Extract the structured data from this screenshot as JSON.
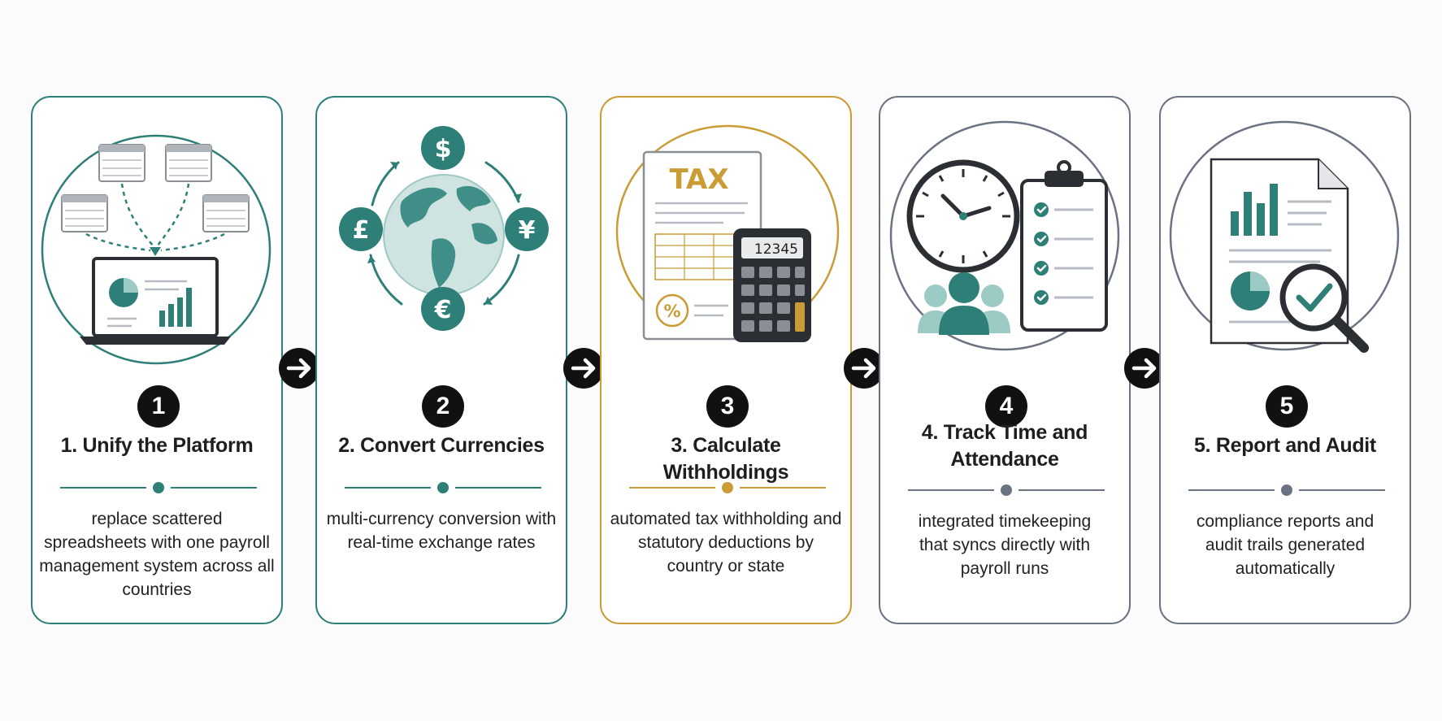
{
  "steps": [
    {
      "number": "1",
      "title": "1. Unify the Platform",
      "description": "replace scattered spreadsheets with one payroll management system across all countries",
      "icon": "spreadsheets-to-laptop-icon"
    },
    {
      "number": "2",
      "title": "2. Convert Currencies",
      "description": "multi-currency conversion with real-time exchange rates",
      "icon": "globe-currency-icon"
    },
    {
      "number": "3",
      "title": "3. Calculate Withholdings",
      "description": "automated tax withholding and statutory deductions by country or state",
      "icon": "tax-calculator-icon",
      "illustration": {
        "doc_label": "TAX",
        "calculator_display": "12345"
      }
    },
    {
      "number": "4",
      "title": "4. Track Time and Attendance",
      "description": "integrated timekeeping that syncs directly with payroll runs",
      "icon": "clock-clipboard-icon"
    },
    {
      "number": "5",
      "title": "5. Report and Audit",
      "description": "compliance reports and audit trails generated automatically",
      "icon": "report-magnifier-icon"
    }
  ],
  "currency_symbols": [
    "$",
    "¥",
    "€",
    "£"
  ],
  "colors": {
    "teal": "#2d7f78",
    "gold": "#c99c35",
    "slate": "#6b7282",
    "badge": "#111111"
  }
}
